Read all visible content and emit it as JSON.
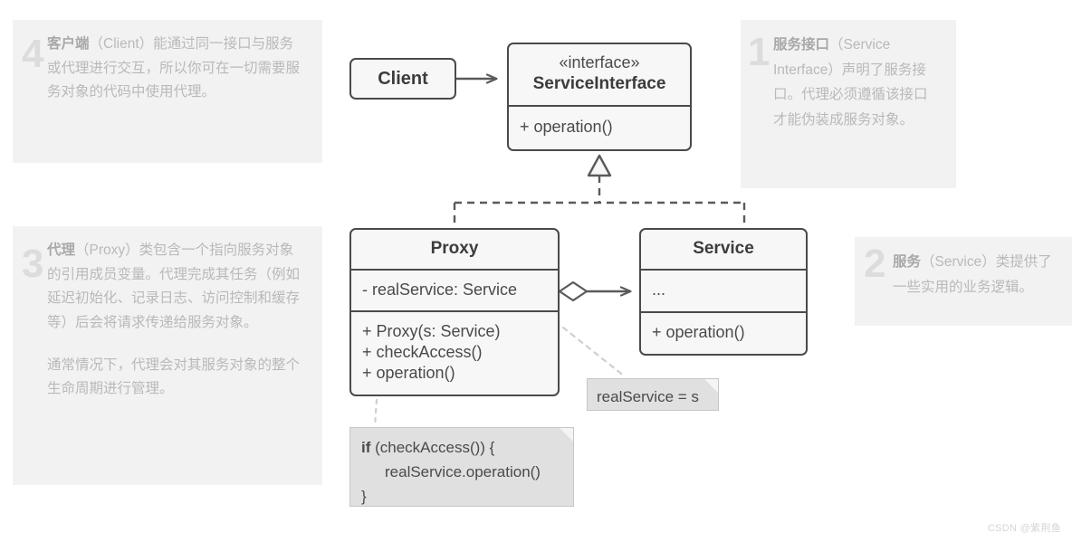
{
  "diagram": {
    "title": "Proxy Design Pattern UML Class Diagram",
    "colors": {
      "box_fill": "#f7f7f7",
      "box_border": "#4a4a4a",
      "note_fill": "#e0e0e0",
      "note_border": "#c6c6c6",
      "annotation_fill": "#f2f2f2",
      "annotation_text": "#b9b9b9",
      "annotation_number": "#dcdcdc",
      "connector": "#5a5a5a"
    }
  },
  "classes": {
    "client": {
      "name": "Client"
    },
    "service_interface": {
      "stereotype": "«interface»",
      "name": "ServiceInterface",
      "operations": [
        "+ operation()"
      ]
    },
    "proxy": {
      "name": "Proxy",
      "attributes": [
        "- realService: Service"
      ],
      "operations": [
        "+ Proxy(s: Service)",
        "+ checkAccess()",
        "+ operation()"
      ]
    },
    "service": {
      "name": "Service",
      "attributes": [
        "..."
      ],
      "operations": [
        "+ operation()"
      ]
    }
  },
  "notes": {
    "assignment": {
      "text": "realService = s"
    },
    "code": {
      "line1_keyword": "if",
      "line1_rest": " (checkAccess()) {",
      "line2": "realService.operation()",
      "line3": "}"
    }
  },
  "annotations": [
    {
      "number": "1",
      "bold_term": "服务接口",
      "text": "（Service Interface）声明了服务接口。代理必须遵循该接口才能伪装成服务对象。"
    },
    {
      "number": "2",
      "bold_term": "服务",
      "text": "（Service）类提供了一些实用的业务逻辑。"
    },
    {
      "number": "3",
      "bold_term": "代理",
      "text": "（Proxy）类包含一个指向服务对象的引用成员变量。代理完成其任务（例如延迟初始化、记录日志、访问控制和缓存等）后会将请求传递给服务对象。",
      "text2": "通常情况下，代理会对其服务对象的整个生命周期进行管理。"
    },
    {
      "number": "4",
      "bold_term": "客户端",
      "text": "（Client）能通过同一接口与服务或代理进行交互，所以你可在一切需要服务对象的代码中使用代理。"
    }
  ],
  "relations": [
    {
      "name": "client-uses-interface",
      "kind": "association-arrow",
      "from": "Client",
      "to": "ServiceInterface"
    },
    {
      "name": "proxy-implements-interface",
      "kind": "realization-dashed",
      "from": "Proxy",
      "to": "ServiceInterface"
    },
    {
      "name": "service-implements-interface",
      "kind": "realization-dashed",
      "from": "Service",
      "to": "ServiceInterface"
    },
    {
      "name": "proxy-aggregates-service",
      "kind": "aggregation-arrow",
      "from": "Proxy",
      "to": "Service"
    }
  ],
  "watermark": {
    "text": "CSDN @紫荆鱼"
  }
}
